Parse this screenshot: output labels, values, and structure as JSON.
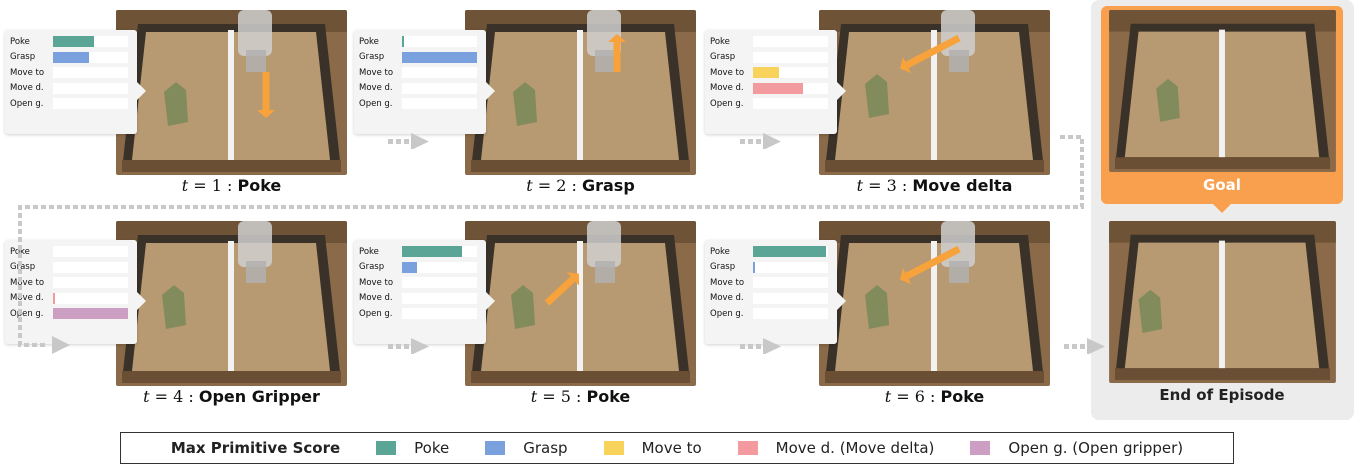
{
  "colors": {
    "poke": "#5aa595",
    "grasp": "#7aa0dd",
    "move_to": "#f7d35c",
    "move_delta": "#f29a9e",
    "open_gripper": "#cc9ec2",
    "goal_accent": "#f9a04e",
    "flow_arrow": "#c8c8c8"
  },
  "primitive_labels": [
    "Poke",
    "Grasp",
    "Move to",
    "Move d.",
    "Open g."
  ],
  "steps": [
    {
      "t_label": "t",
      "t_value": "1",
      "primitive": "Poke",
      "scores": [
        0.55,
        0.48,
        0,
        0,
        0
      ],
      "action_arrow": "arrow-down"
    },
    {
      "t_label": "t",
      "t_value": "2",
      "primitive": "Grasp",
      "scores": [
        0.03,
        1.0,
        0,
        0,
        0
      ],
      "action_arrow": "arrow-up"
    },
    {
      "t_label": "t",
      "t_value": "3",
      "primitive": "Move delta",
      "scores": [
        0,
        0,
        0.35,
        0.67,
        0
      ],
      "action_arrow": "arrow-down-left"
    },
    {
      "t_label": "t",
      "t_value": "4",
      "primitive": "Open Gripper",
      "scores": [
        0,
        0,
        0,
        0.02,
        1.0
      ],
      "action_arrow": "none"
    },
    {
      "t_label": "t",
      "t_value": "5",
      "primitive": "Poke",
      "scores": [
        0.8,
        0.2,
        0,
        0,
        0
      ],
      "action_arrow": "arrow-up-right"
    },
    {
      "t_label": "t",
      "t_value": "6",
      "primitive": "Poke",
      "scores": [
        0.97,
        0.03,
        0,
        0,
        0
      ],
      "action_arrow": "arrow-down-left"
    }
  ],
  "goal": {
    "label": "Goal",
    "end_label": "End of Episode"
  },
  "legend": {
    "title": "Max Primitive Score",
    "items": [
      {
        "name": "Poke",
        "color_key": "poke"
      },
      {
        "name": "Grasp",
        "color_key": "grasp"
      },
      {
        "name": "Move to",
        "color_key": "move_to"
      },
      {
        "name": "Move d. (Move delta)",
        "color_key": "move_delta"
      },
      {
        "name": "Open g. (Open gripper)",
        "color_key": "open_gripper"
      }
    ]
  }
}
